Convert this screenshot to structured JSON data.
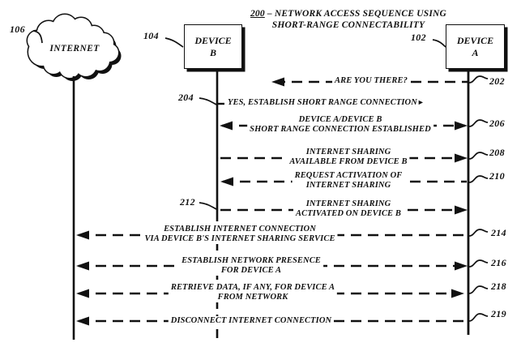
{
  "title": {
    "ref": "200",
    "line1": "– NETWORK ACCESS SEQUENCE USING",
    "line2": "SHORT-RANGE CONNECTABILITY"
  },
  "nodes": {
    "internet": {
      "ref": "106",
      "label": "INTERNET"
    },
    "device_b": {
      "ref": "104",
      "line1": "DEVICE",
      "line2": "B"
    },
    "device_a": {
      "ref": "102",
      "line1": "DEVICE",
      "line2": "A"
    }
  },
  "messages": [
    {
      "ref": "202",
      "line1": "ARE YOU THERE?",
      "line2": "",
      "from": "DEVICE A",
      "to": "DEVICE B",
      "style": "dashed-left"
    },
    {
      "ref": "204",
      "line1": "YES, ESTABLISH SHORT RANGE CONNECTION",
      "line2": "",
      "from": "DEVICE B",
      "to": "DEVICE A",
      "style": "text-right"
    },
    {
      "ref": "206",
      "line1": "DEVICE A/DEVICE B",
      "line2": "SHORT RANGE CONNECTION ESTABLISHED",
      "from": "DEVICE B",
      "to": "DEVICE A",
      "style": "dashed-both"
    },
    {
      "ref": "208",
      "line1": "INTERNET SHARING",
      "line2": "AVAILABLE FROM DEVICE B",
      "from": "DEVICE B",
      "to": "DEVICE A",
      "style": "dashed-right"
    },
    {
      "ref": "210",
      "line1": "REQUEST ACTIVATION OF",
      "line2": "INTERNET SHARING",
      "from": "DEVICE A",
      "to": "DEVICE B",
      "style": "dashed-left"
    },
    {
      "ref": "212",
      "line1": "INTERNET SHARING",
      "line2": "ACTIVATED ON DEVICE B",
      "from": "DEVICE B",
      "to": "DEVICE A",
      "style": "dashed-right"
    },
    {
      "ref": "214",
      "line1": "ESTABLISH INTERNET CONNECTION",
      "line2": "VIA DEVICE B'S INTERNET SHARING SERVICE",
      "from": "DEVICE A",
      "to": "INTERNET",
      "style": "dashed-left"
    },
    {
      "ref": "216",
      "line1": "ESTABLISH NETWORK PRESENCE",
      "line2": "FOR DEVICE A",
      "from": "INTERNET",
      "to": "DEVICE A",
      "style": "dashed-both"
    },
    {
      "ref": "218",
      "line1": "RETRIEVE DATA, IF ANY, FOR DEVICE A",
      "line2": "FROM NETWORK",
      "from": "INTERNET",
      "to": "DEVICE A",
      "style": "dashed-both"
    },
    {
      "ref": "219",
      "line1": "DISCONNECT INTERNET CONNECTION",
      "line2": "",
      "from": "DEVICE A",
      "to": "INTERNET",
      "style": "dashed-left"
    }
  ],
  "icons": {
    "arrow_right_glyph": "►"
  },
  "colors": {
    "ink": "#111111",
    "background": "#ffffff"
  }
}
